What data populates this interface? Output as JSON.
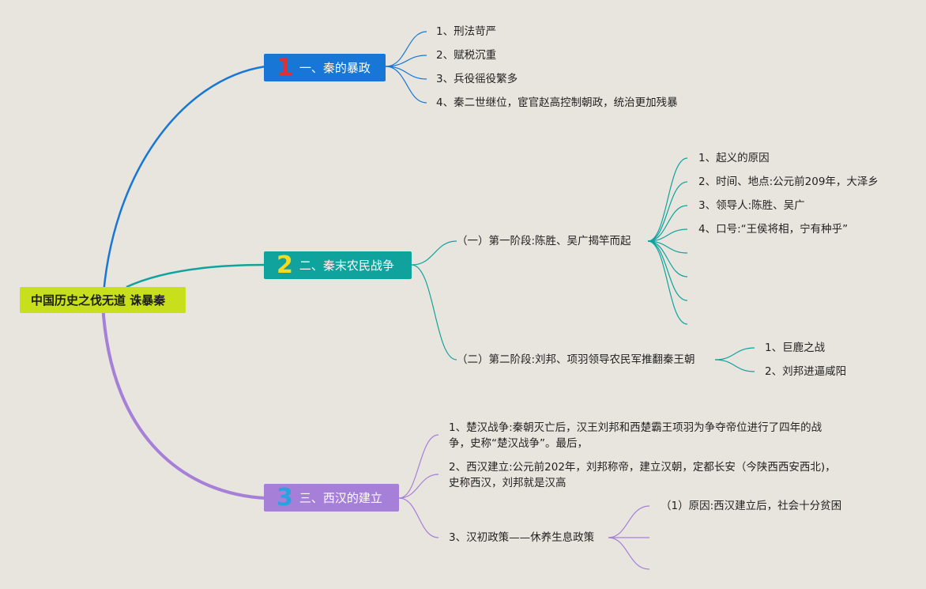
{
  "colors": {
    "background": "#e8e5de",
    "root": "#c8df1c",
    "branch1": "#1877d6",
    "branch2": "#10a39e",
    "branch3": "#a57fd8"
  },
  "root": {
    "label": "中国历史之伐无道 诛暴秦"
  },
  "branches": [
    {
      "number": "1",
      "label": "一、秦的暴政",
      "items": [
        "1、刑法苛严",
        "2、赋税沉重",
        "3、兵役徭役繁多",
        "4、秦二世继位，宦官赵高控制朝政，统治更加残暴"
      ]
    },
    {
      "number": "2",
      "label": "二、秦末农民战争",
      "stages": [
        {
          "label": "（一）第一阶段:陈胜、吴广揭竿而起",
          "items": [
            "1、起义的原因",
            "2、时间、地点:公元前209年，大泽乡",
            "3、领导人:陈胜、吴广",
            "4、口号:“王侯将相，宁有种乎”"
          ]
        },
        {
          "label": "（二）第二阶段:刘邦、项羽领导农民军推翻秦王朝",
          "items": [
            "1、巨鹿之战",
            "2、刘邦进逼咸阳"
          ]
        }
      ]
    },
    {
      "number": "3",
      "label": "三、西汉的建立",
      "items": [
        "1、楚汉战争:秦朝灭亡后，汉王刘邦和西楚霸王项羽为争夺帝位进行了四年的战争，史称“楚汉战争”。最后，",
        "2、西汉建立:公元前202年，刘邦称帝，建立汉朝，定都长安（今陕西西安西北)，史称西汉，刘邦就是汉高",
        "3、汉初政策——休养生息政策"
      ],
      "sub_items": [
        "（1）原因:西汉建立后，社会十分贫困"
      ]
    }
  ]
}
